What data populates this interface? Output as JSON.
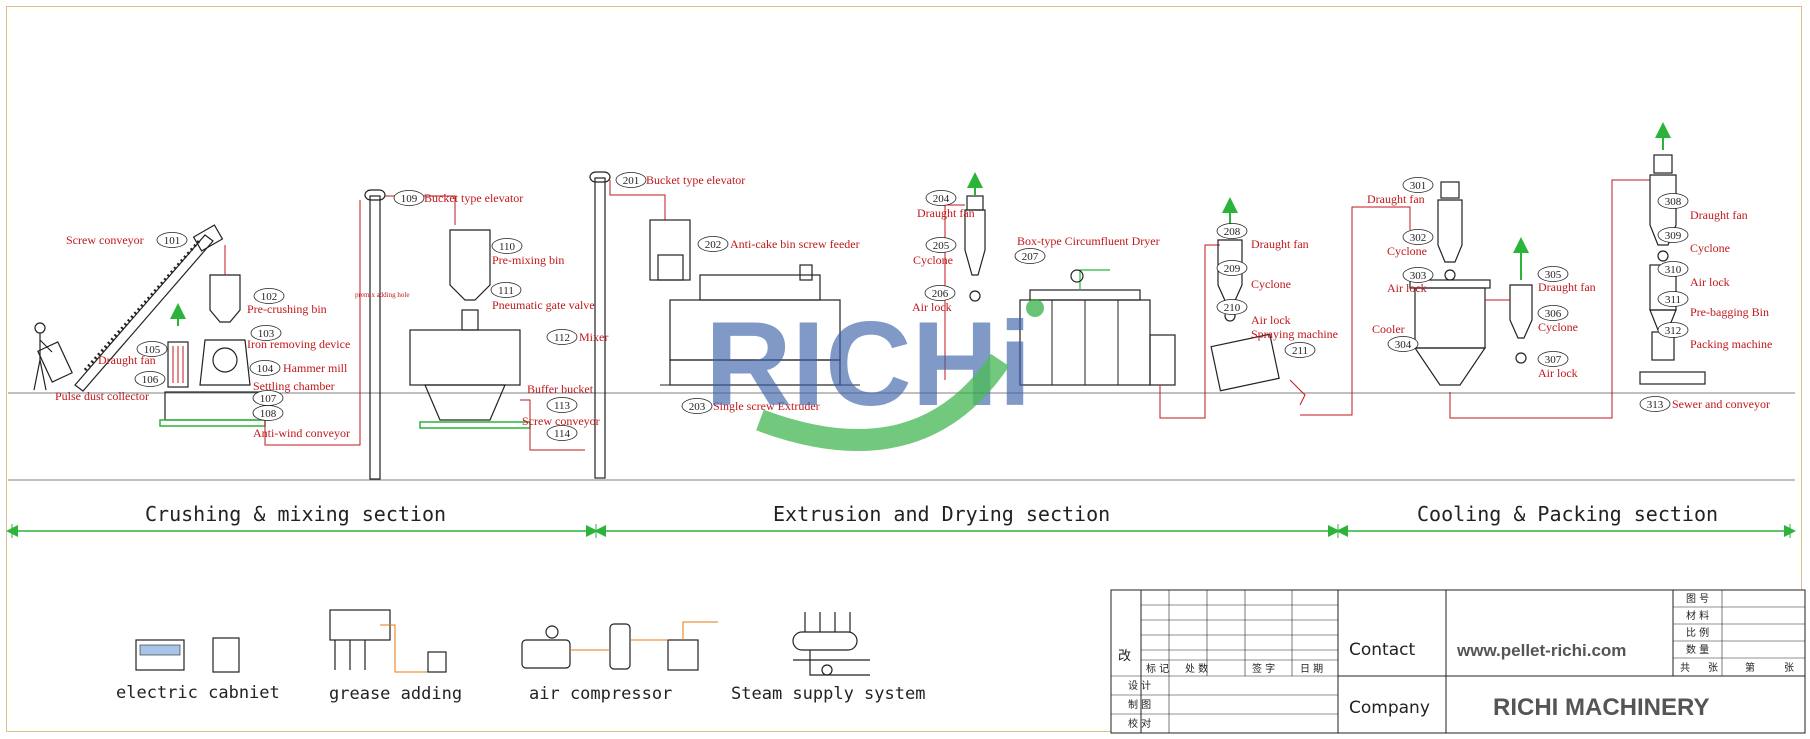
{
  "sections": [
    {
      "label": "Crushing & mixing section"
    },
    {
      "label": "Extrusion and Drying section"
    },
    {
      "label": "Cooling & Packing section"
    }
  ],
  "labels": {
    "screw_conveyor_101": "Screw conveyor",
    "draught_fan_105": "Draught fan",
    "pulse_dust_collector_106": "Pulse dust collector",
    "pre_crushing_bin_102": "Pre-crushing bin",
    "iron_removing_103": "Iron removing device",
    "hammer_mill_104": "Hammer mill",
    "settling_chamber_107": "Settling chamber",
    "anti_wind_108": "Anti-wind conveyor",
    "bucket_elevator_109": "Bucket type elevator",
    "premix_bin_110": "Pre-mixing bin",
    "premix_adding_hole": "premix adding hole",
    "pneumatic_gate_111": "Pneumatic gate valve",
    "mixer_112": "Mixer",
    "buffer_bucket_113": "Buffer bucket",
    "screw_conveyor_114": "Screw conveyor",
    "bucket_elevator_201": "Bucket type elevator",
    "anti_cake_202": "Anti-cake bin screw feeder",
    "single_screw_203": "Single screw Extruder",
    "draught_fan_204": "Draught fan",
    "cyclone_205": "Cyclone",
    "air_lock_206": "Air lock",
    "dryer_207": "Box-type Circumfluent Dryer",
    "draught_fan_208": "Draught fan",
    "cyclone_209": "Cyclone",
    "air_lock_210": "Air lock",
    "spraying_211": "Spraying machine",
    "draught_fan_301": "Draught fan",
    "cyclone_302": "Cyclone",
    "air_lock_303": "Air lock",
    "cooler_304": "Cooler",
    "draught_fan_305": "Draught fan",
    "cyclone_306": "Cyclone",
    "air_lock_307": "Air lock",
    "draught_fan_308": "Draught fan",
    "cyclone_309": "Cyclone",
    "air_lock_310": "Air lock",
    "pre_bagging_311": "Pre-bagging Bin",
    "packing_312": "Packing machine",
    "sewer_313": "Sewer and conveyor"
  },
  "numbers": {
    "n101": "101",
    "n102": "102",
    "n103": "103",
    "n104": "104",
    "n105": "105",
    "n106": "106",
    "n107": "107",
    "n108": "108",
    "n109": "109",
    "n110": "110",
    "n111": "111",
    "n112": "112",
    "n113": "113",
    "n114": "114",
    "n201": "201",
    "n202": "202",
    "n203": "203",
    "n204": "204",
    "n205": "205",
    "n206": "206",
    "n207": "207",
    "n208": "208",
    "n209": "209",
    "n210": "210",
    "n211": "211",
    "n301": "301",
    "n302": "302",
    "n303": "303",
    "n304": "304",
    "n305": "305",
    "n306": "306",
    "n307": "307",
    "n308": "308",
    "n309": "309",
    "n310": "310",
    "n311": "311",
    "n312": "312",
    "n313": "313"
  },
  "utilities": [
    {
      "label": "electric cabniet"
    },
    {
      "label": "grease adding"
    },
    {
      "label": "air compressor"
    },
    {
      "label": "Steam supply system"
    }
  ],
  "title_block": {
    "change_char": "改",
    "row_labels": [
      "设 计",
      "制 图",
      "校 对"
    ],
    "header_cells": [
      "标 记",
      "处 数",
      "签 字",
      "日 期"
    ],
    "contact_label": "Contact",
    "contact_value": "www.pellet-richi.com",
    "company_label": "Company",
    "company_value": "RICHI MACHINERY",
    "right_rows": [
      "图 号",
      "材 料",
      "比 例",
      "数 量"
    ],
    "bottom_row": [
      "共",
      "张",
      "第",
      "张"
    ]
  },
  "watermark": "RICHi",
  "colors": {
    "label_red": "#c0181c",
    "section_line_green": "#2bb33a",
    "watermark_blue": "#3a5fa8",
    "watermark_green": "#2fae3f",
    "frame": "#d9c08a"
  }
}
